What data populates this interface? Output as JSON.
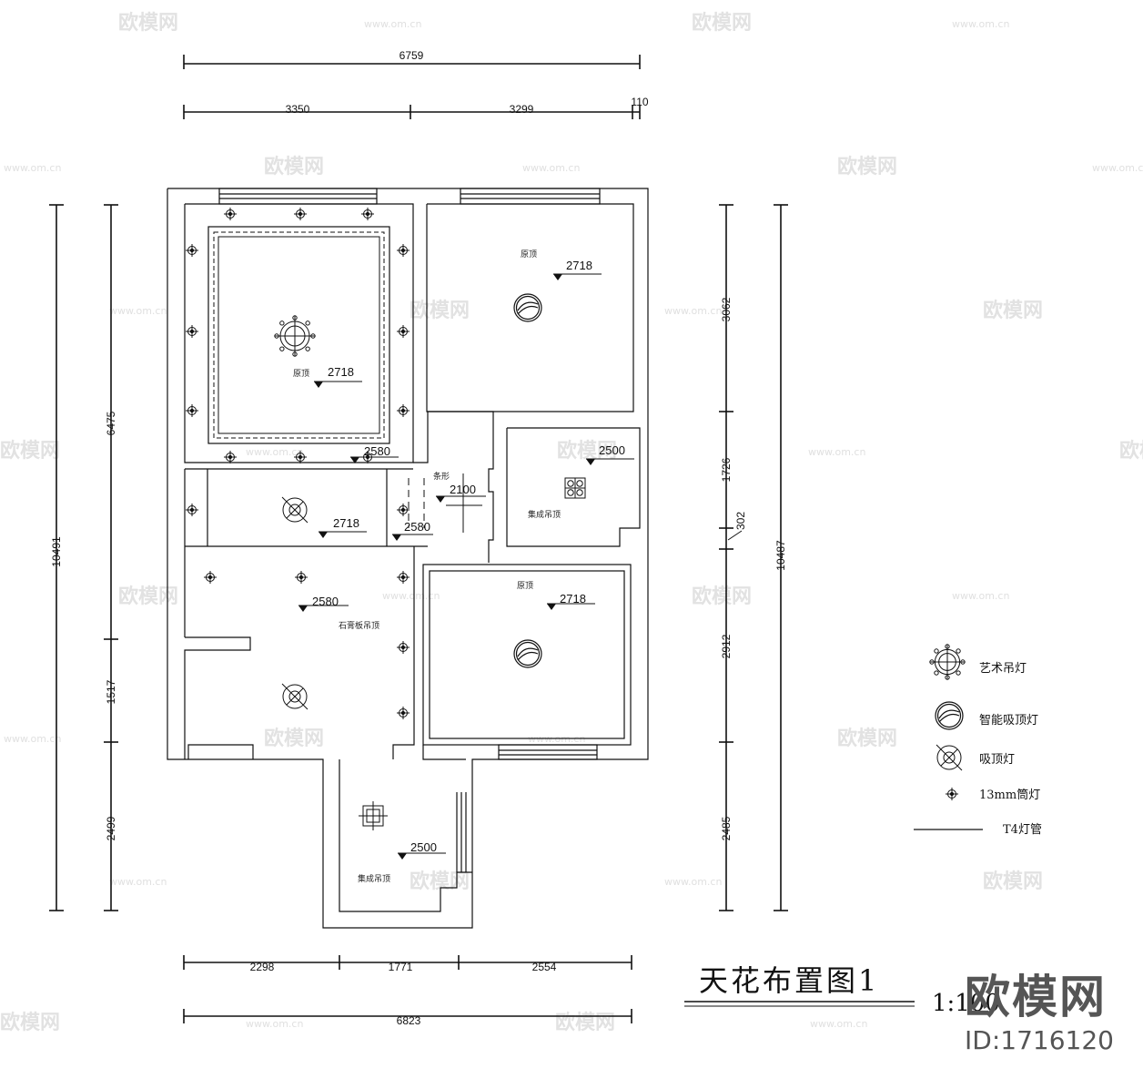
{
  "watermark": {
    "brand": "欧模网",
    "url": "www.om.cn"
  },
  "dimensions": {
    "top_total": "6759",
    "top_left": "3350",
    "top_mid": "3299",
    "top_right": "110",
    "left_outer": "10491",
    "left_upper": "6475",
    "left_mid": "1517",
    "left_lower": "2499",
    "right_a": "3062",
    "right_b": "1726",
    "right_c": "302",
    "right_d": "2912",
    "right_e": "2485",
    "right_outer": "10487",
    "bottom_a": "2298",
    "bottom_b": "1771",
    "bottom_c": "2554",
    "bottom_total": "6823"
  },
  "levels": {
    "living_main": "2718",
    "living_cornice": "2580",
    "bedroom_top": "2718",
    "dining": "2718",
    "hall_small": "2580",
    "corridor": "2100",
    "bathroom": "2500",
    "lower_room": "2580",
    "bedroom_bottom": "2718",
    "balcony": "2500"
  },
  "notes": {
    "bedroom_top_note": "原顶",
    "living_note": "原顶",
    "bedroom_bottom_note": "原顶",
    "corridor_note": "条形",
    "bath_note": "集成吊顶",
    "lower_note": "石膏板吊顶",
    "balcony_note": "集成吊顶"
  },
  "legend": [
    {
      "icon": "art-chandelier-icon",
      "label": "艺术吊灯"
    },
    {
      "icon": "smart-ceiling-light-icon",
      "label": "智能吸顶灯"
    },
    {
      "icon": "ceiling-light-icon",
      "label": "吸顶灯"
    },
    {
      "icon": "downlight-icon",
      "label": "13mm筒灯"
    },
    {
      "icon": "t4-tube-icon",
      "label": "T4灯管"
    }
  ],
  "title": "天花布置图1",
  "scale": "1:100",
  "brand_mark": "欧模网",
  "brand_id": "ID:1716120"
}
